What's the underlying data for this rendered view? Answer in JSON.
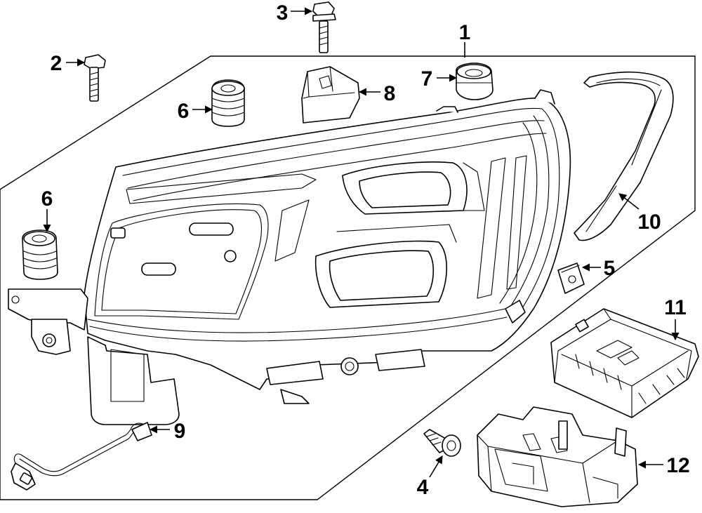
{
  "callouts": [
    {
      "id": "c1",
      "text": "1"
    },
    {
      "id": "c2",
      "text": "2"
    },
    {
      "id": "c3",
      "text": "3"
    },
    {
      "id": "c4",
      "text": "4"
    },
    {
      "id": "c5",
      "text": "5"
    },
    {
      "id": "c6a",
      "text": "6"
    },
    {
      "id": "c6b",
      "text": "6"
    },
    {
      "id": "c7",
      "text": "7"
    },
    {
      "id": "c8",
      "text": "8"
    },
    {
      "id": "c9",
      "text": "9"
    },
    {
      "id": "c10",
      "text": "10"
    },
    {
      "id": "c11",
      "text": "11"
    },
    {
      "id": "c12",
      "text": "12"
    }
  ]
}
